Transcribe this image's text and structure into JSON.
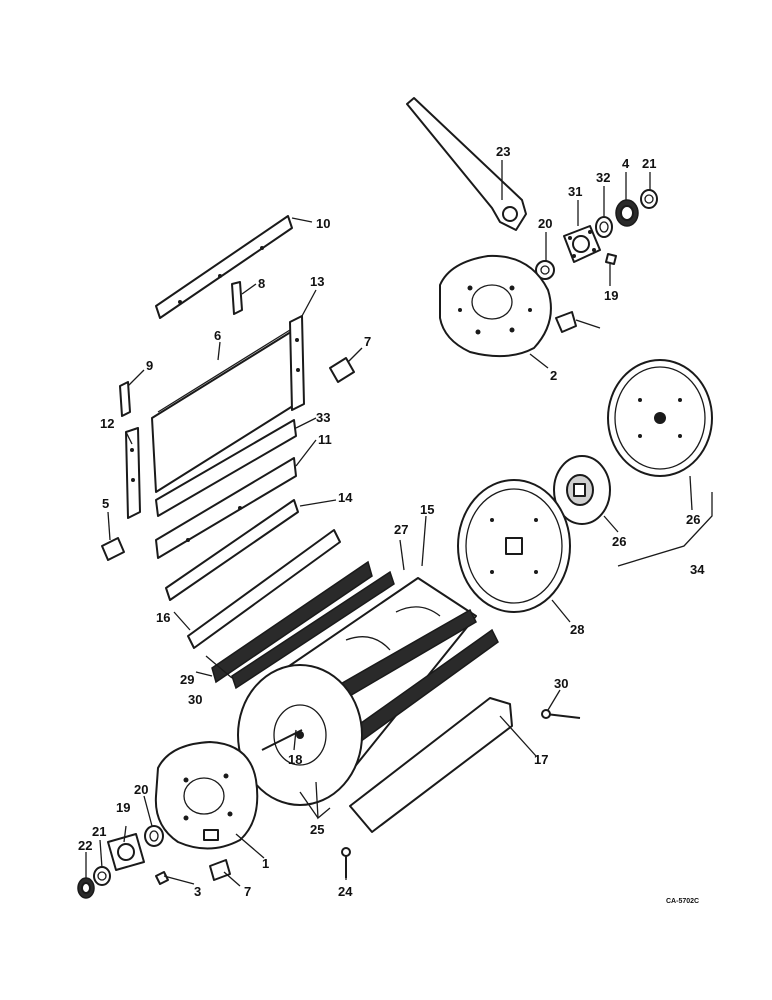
{
  "drawing_code": "CA-5702C",
  "callouts": [
    "1",
    "2",
    "3",
    "4",
    "5",
    "6",
    "7",
    "7",
    "8",
    "9",
    "10",
    "11",
    "12",
    "13",
    "14",
    "15",
    "16",
    "17",
    "18",
    "19",
    "19",
    "20",
    "20",
    "21",
    "21",
    "22",
    "23",
    "24",
    "25",
    "26",
    "26",
    "27",
    "28",
    "29",
    "30",
    "30",
    "31",
    "32",
    "33",
    "34"
  ]
}
